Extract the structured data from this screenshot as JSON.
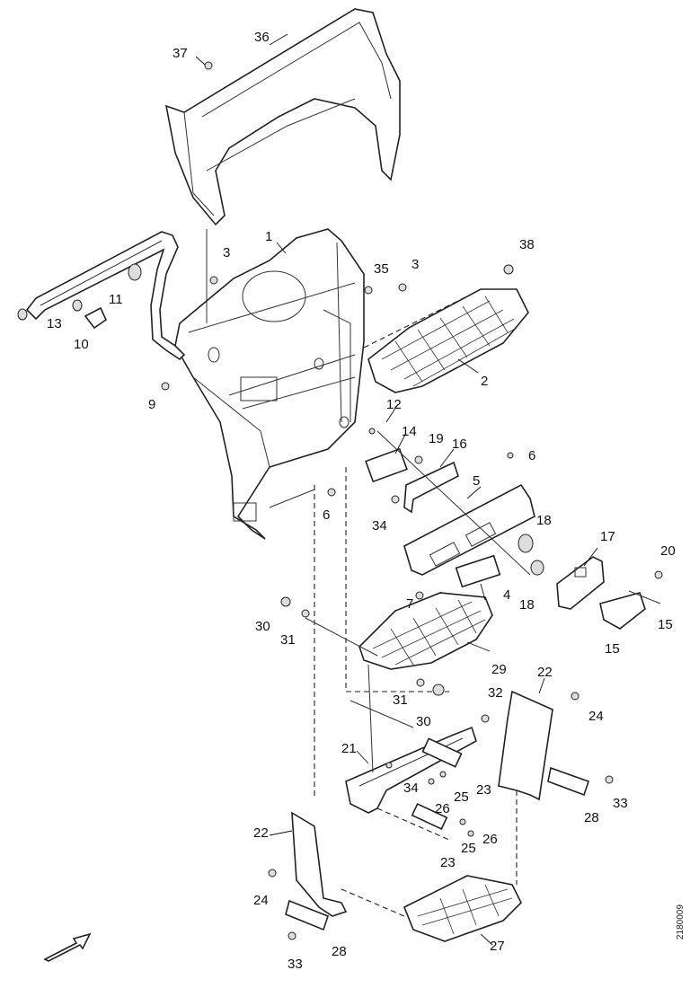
{
  "labels": {
    "l37": "37",
    "l36": "36",
    "l1": "1",
    "l3a": "3",
    "l35": "35",
    "l3b": "3",
    "l38": "38",
    "l11": "11",
    "l13": "13",
    "l10": "10",
    "l9": "9",
    "l2": "2",
    "l12": "12",
    "l14": "14",
    "l19": "19",
    "l16": "16",
    "l6a": "6",
    "l6b": "6",
    "l5": "5",
    "l34a": "34",
    "l18a": "18",
    "l17": "17",
    "l20": "20",
    "l18b": "18",
    "l7": "7",
    "l4": "4",
    "l15a": "15",
    "l15b": "15",
    "l30a": "30",
    "l31a": "31",
    "l29": "29",
    "l31b": "31",
    "l30b": "30",
    "l32": "32",
    "l22a": "22",
    "l24a": "24",
    "l21": "21",
    "l34b": "34",
    "l25a": "25",
    "l23a": "23",
    "l26a": "26",
    "l33a": "33",
    "l28a": "28",
    "l22b": "22",
    "l25b": "25",
    "l26b": "26",
    "l23b": "23",
    "l24b": "24",
    "l27": "27",
    "l28b": "28",
    "l33b": "33"
  },
  "doc_id": "2180009",
  "icons": {
    "direction_arrow": "front-direction-arrow-icon"
  }
}
